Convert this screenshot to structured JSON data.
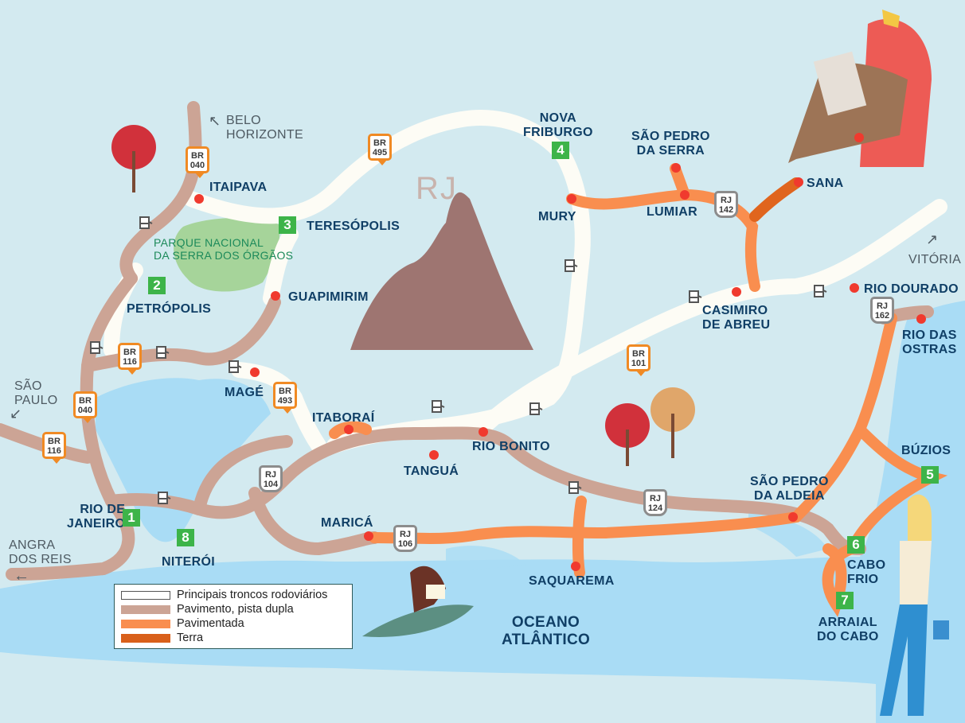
{
  "map": {
    "region_label": "RJ",
    "ocean_label": "OCEANO\nATLÂNTICO",
    "park_label": "PARQUE NACIONAL\nDA SERRA DOS ÓRGÃOS",
    "colors": {
      "land": "#d3eaf0",
      "water": "#a9dcf5",
      "main_trunk": "#fdfcf5",
      "double_lane": "#cca495",
      "paved": "#f98e4f",
      "dirt": "#e0651e",
      "city_dot": "#f03a2e",
      "number_badge": "#3db449",
      "label": "#103f66",
      "park": "#a6d49a"
    },
    "directions": [
      {
        "id": "belo-horizonte",
        "label": "BELO\nHORIZONTE",
        "arrow": "↖"
      },
      {
        "id": "sao-paulo",
        "label": "SÃO\nPAULO",
        "arrow": "↙"
      },
      {
        "id": "angra-dos-reis",
        "label": "ANGRA\nDOS REIS",
        "arrow": "←"
      },
      {
        "id": "vitoria",
        "label": "VITÓRIA",
        "arrow": "↗"
      }
    ],
    "cities": [
      {
        "id": "itaipava",
        "label": "ITAIPAVA"
      },
      {
        "id": "teresopolis",
        "label": "TERESÓPOLIS",
        "number": "3"
      },
      {
        "id": "petropolis",
        "label": "PETRÓPOLIS",
        "number": "2"
      },
      {
        "id": "guapimirim",
        "label": "GUAPIMIRIM"
      },
      {
        "id": "nova-friburgo",
        "label": "NOVA\nFRIBURGO",
        "number": "4"
      },
      {
        "id": "mury",
        "label": "MURY"
      },
      {
        "id": "lumiar",
        "label": "LUMIAR"
      },
      {
        "id": "sao-pedro-da-serra",
        "label": "SÃO PEDRO\nDA SERRA"
      },
      {
        "id": "sana",
        "label": "SANA"
      },
      {
        "id": "casimiro-de-abreu",
        "label": "CASIMIRO\nDE ABREU"
      },
      {
        "id": "rio-dourado",
        "label": "RIO DOURADO"
      },
      {
        "id": "rio-das-ostras",
        "label": "RIO DAS\nOSTRAS"
      },
      {
        "id": "mage",
        "label": "MAGÉ"
      },
      {
        "id": "itaborai",
        "label": "ITABORAÍ"
      },
      {
        "id": "tangua",
        "label": "TANGUÁ"
      },
      {
        "id": "rio-bonito",
        "label": "RIO BONITO"
      },
      {
        "id": "rio-de-janeiro",
        "label": "RIO DE\nJANEIRO",
        "number": "1"
      },
      {
        "id": "niteroi",
        "label": "NITERÓI",
        "number": "8"
      },
      {
        "id": "marica",
        "label": "MARICÁ"
      },
      {
        "id": "saquarema",
        "label": "SAQUAREMA"
      },
      {
        "id": "sao-pedro-da-aldeia",
        "label": "SÃO PEDRO\nDA ALDEIA"
      },
      {
        "id": "buzios",
        "label": "BÚZIOS",
        "number": "5"
      },
      {
        "id": "cabo-frio",
        "label": "CABO\nFRIO",
        "number": "6"
      },
      {
        "id": "arraial-do-cabo",
        "label": "ARRAIAL\nDO CABO",
        "number": "7"
      }
    ],
    "highway_shields": [
      {
        "id": "br040-north",
        "text": "BR\n040"
      },
      {
        "id": "br495",
        "text": "BR\n495"
      },
      {
        "id": "br116-petropolis",
        "text": "BR\n116"
      },
      {
        "id": "br040-south",
        "text": "BR\n040"
      },
      {
        "id": "br116-west",
        "text": "BR\n116"
      },
      {
        "id": "br493",
        "text": "BR\n493"
      },
      {
        "id": "br101",
        "text": "BR\n101"
      }
    ],
    "state_shields": [
      {
        "id": "rj142",
        "text": "RJ\n142"
      },
      {
        "id": "rj162",
        "text": "RJ\n162"
      },
      {
        "id": "rj104",
        "text": "RJ\n104"
      },
      {
        "id": "rj106",
        "text": "RJ\n106"
      },
      {
        "id": "rj124",
        "text": "RJ\n124"
      }
    ]
  },
  "legend": {
    "items": [
      {
        "label": "Principais troncos rodoviários",
        "color": "#ffffff",
        "outline": "#555555"
      },
      {
        "label": "Pavimento, pista dupla",
        "color": "#cca495"
      },
      {
        "label": "Pavimentada",
        "color": "#f98e4f"
      },
      {
        "label": "Terra",
        "color": "#d9601b"
      }
    ]
  }
}
